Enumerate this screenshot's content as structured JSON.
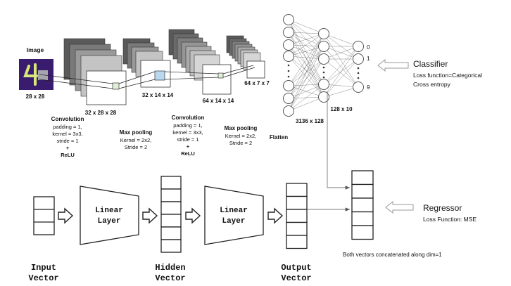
{
  "cnn": {
    "image_label": "Image",
    "image_size": "28 x 28",
    "conv1_size": "32 x 28 x 28",
    "pool1_size": "32 x 14 x 14",
    "conv2_size": "64 x 14 x 14",
    "pool2_size": "64 x 7 x 7",
    "conv1": [
      "Convolution",
      "padding = 1,",
      "kernel = 3x3,",
      "stride = 1",
      "+",
      "ReLU"
    ],
    "pool1": [
      "Max pooling",
      "Kernel = 2x2,",
      "Stride = 2"
    ],
    "conv2": [
      "Convolution",
      "padding = 1,",
      "kernel = 3x3,",
      "stride = 1",
      "+",
      "ReLU"
    ],
    "pool2": [
      "Max pooling",
      "Kernel = 2x2,",
      "Stride = 2"
    ],
    "flatten": "Flatten",
    "fc1_size": "3136 x 128",
    "fc2_size": "128 x 10",
    "outputs": [
      "0",
      "1",
      "9"
    ]
  },
  "classifier": {
    "title": "Classifier",
    "loss_line1": "Loss function=Categorical",
    "loss_line2": "Cross entropy"
  },
  "regressor": {
    "title": "Regressor",
    "loss": "Loss Function: MSE"
  },
  "mlp": {
    "linear_label_1": "Linear",
    "linear_label_2": "Layer",
    "input_1": "Input",
    "input_2": "Vector",
    "hidden_1": "Hidden",
    "hidden_2": "Vector",
    "output_1": "Output",
    "output_2": "Vector"
  },
  "concat_note": "Both vectors concatenated along dim=1"
}
